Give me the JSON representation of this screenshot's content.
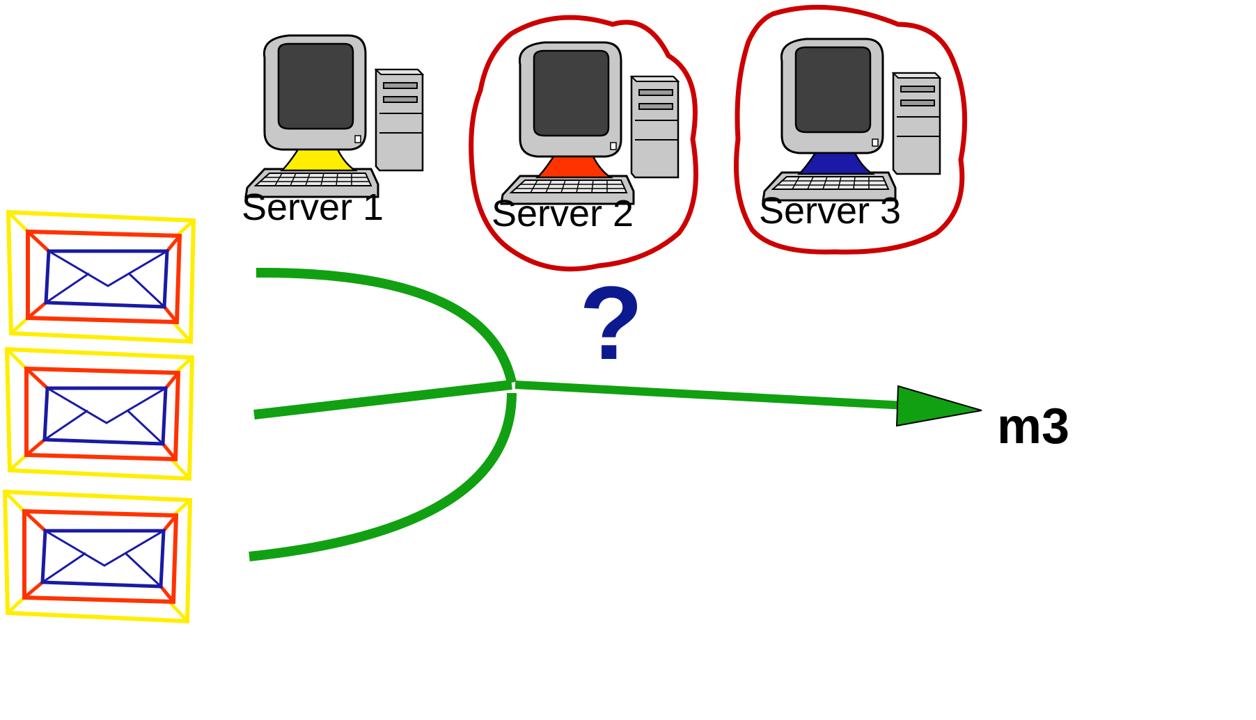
{
  "servers": [
    {
      "label": "Server 1",
      "stand_color": "#ffee00",
      "highlighted": false
    },
    {
      "label": "Server 2",
      "stand_color": "#ff3300",
      "highlighted": true
    },
    {
      "label": "Server 3",
      "stand_color": "#1a1aa6",
      "highlighted": true
    }
  ],
  "highlight_color": "#cc0000",
  "messages": {
    "count": 3,
    "outer_color": "#ffee00",
    "middle_color": "#ff3300",
    "inner_color": "#1a1aa6"
  },
  "flow": {
    "color": "#11a011",
    "target_label": "m3"
  },
  "question": {
    "symbol": "?",
    "color": "#0d1a8f"
  }
}
